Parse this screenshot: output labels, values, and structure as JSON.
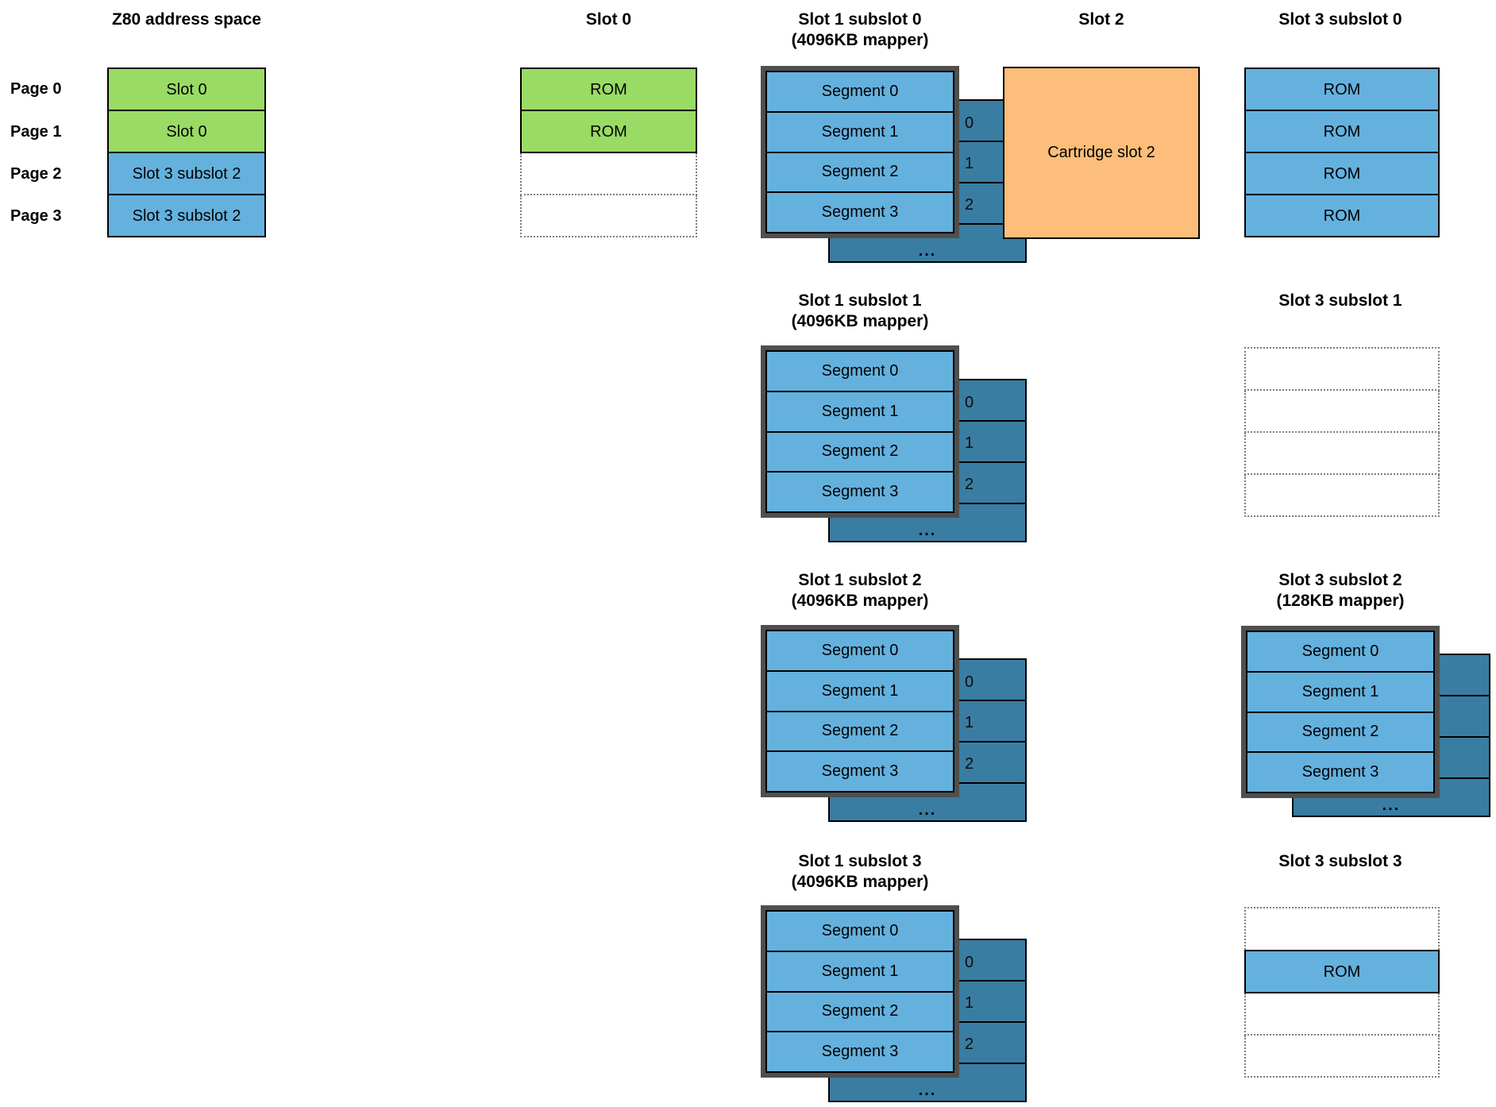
{
  "titles": {
    "z80": "Z80 address space",
    "slot0": "Slot 0",
    "slot2": "Slot 2"
  },
  "pages": [
    "Page 0",
    "Page 1",
    "Page 2",
    "Page 3"
  ],
  "z80_cells": [
    "Slot 0",
    "Slot 0",
    "Slot 3 subslot 2",
    "Slot 3 subslot 2"
  ],
  "slot0_cells": [
    "ROM",
    "ROM"
  ],
  "slot2_label": "Cartridge slot 2",
  "segments": [
    "Segment 0",
    "Segment 1",
    "Segment 2",
    "Segment 3"
  ],
  "back_numbers": [
    "0",
    "1",
    "2"
  ],
  "ellipsis": "...",
  "slot1_groups": [
    {
      "line1": "Slot 1 subslot 0",
      "line2": "(4096KB mapper)"
    },
    {
      "line1": "Slot 1 subslot 1",
      "line2": "(4096KB mapper)"
    },
    {
      "line1": "Slot 1 subslot 2",
      "line2": "(4096KB mapper)"
    },
    {
      "line1": "Slot 1 subslot 3",
      "line2": "(4096KB mapper)"
    }
  ],
  "slot3_groups": {
    "g0": {
      "title": "Slot 3 subslot 0",
      "cells": [
        "ROM",
        "ROM",
        "ROM",
        "ROM"
      ]
    },
    "g1": {
      "title": "Slot 3 subslot 1"
    },
    "g2": {
      "line1": "Slot 3 subslot 2",
      "line2": "(128KB mapper)"
    },
    "g3": {
      "title": "Slot 3 subslot 3",
      "rom": "ROM"
    }
  },
  "colors": {
    "green": "#99DB64",
    "light_blue": "#64B1DE",
    "dark_blue": "#3A7DA2",
    "orange": "#FCBE7A",
    "frame_gray": "#4F4F4F",
    "dotted_gray": "#7d7d7d",
    "line_black": "#000000"
  }
}
